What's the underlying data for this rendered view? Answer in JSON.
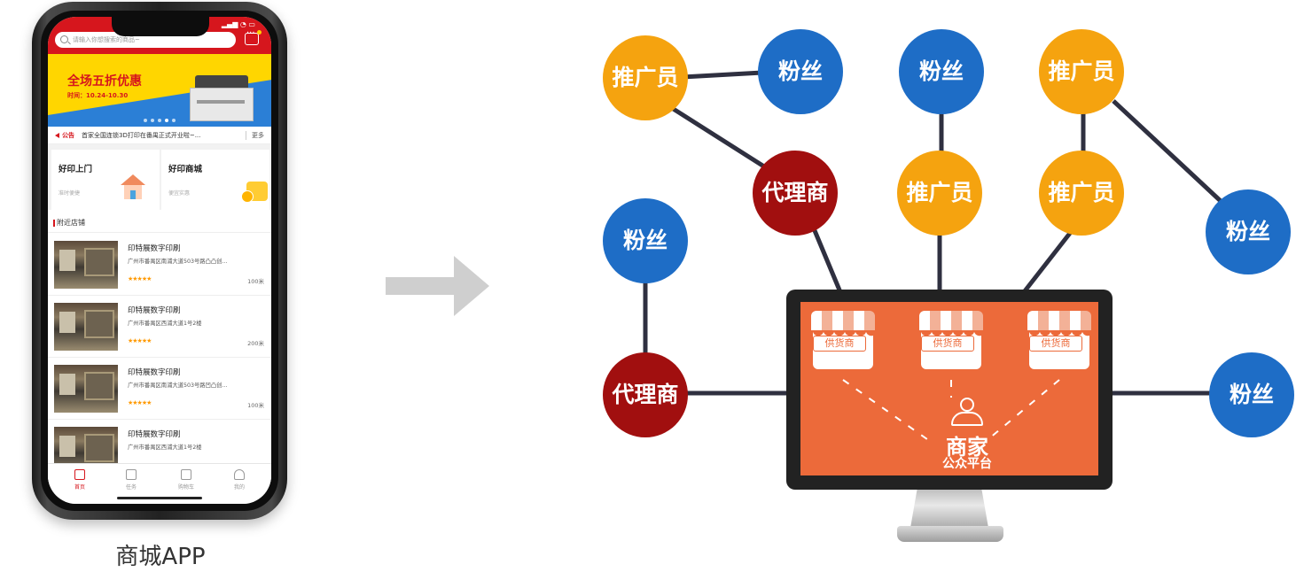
{
  "phone": {
    "status_time": "",
    "search_placeholder": "请输入你想搜索的商品~",
    "banner": {
      "title": "全场五折优惠",
      "subtitle": "时间：10.24-10.30"
    },
    "notice": {
      "label": "公告",
      "text": "首家全国连锁3D打印在番禺正式开业啦~...",
      "more": "更多"
    },
    "cards": [
      {
        "title": "好印上门",
        "subtitle": "准时便捷"
      },
      {
        "title": "好印商城",
        "subtitle": "便宜实惠"
      }
    ],
    "nearby_title": "附近店铺",
    "shops": [
      {
        "name": "印特展数字印刷",
        "address": "广州市番禺区南浦大道503号路凸凸创...",
        "stars": "★★★★★",
        "distance": "100米"
      },
      {
        "name": "印特展数字印刷",
        "address": "广州市番禺区西浦大道1号2楼",
        "stars": "★★★★★",
        "distance": "200米"
      },
      {
        "name": "印特展数字印刷",
        "address": "广州市番禺区南浦大道503号路凹凸创...",
        "stars": "★★★★★",
        "distance": "100米"
      },
      {
        "name": "印特展数字印刷",
        "address": "广州市番禺区西浦大道1号2楼",
        "stars": "",
        "distance": ""
      }
    ],
    "tabs": [
      "首页",
      "任务",
      "购物车",
      "我的"
    ],
    "caption": "商城APP"
  },
  "network": {
    "labels": {
      "promoter": "推广员",
      "fans": "粉丝",
      "agent": "代理商",
      "supplier": "供货商",
      "merchant": "商家",
      "platform": "公众平台"
    },
    "colors": {
      "promoter": "#f5a30f",
      "fans": "#1e6dc6",
      "agent": "#a10f0f",
      "screen": "#ec6a3a"
    }
  }
}
